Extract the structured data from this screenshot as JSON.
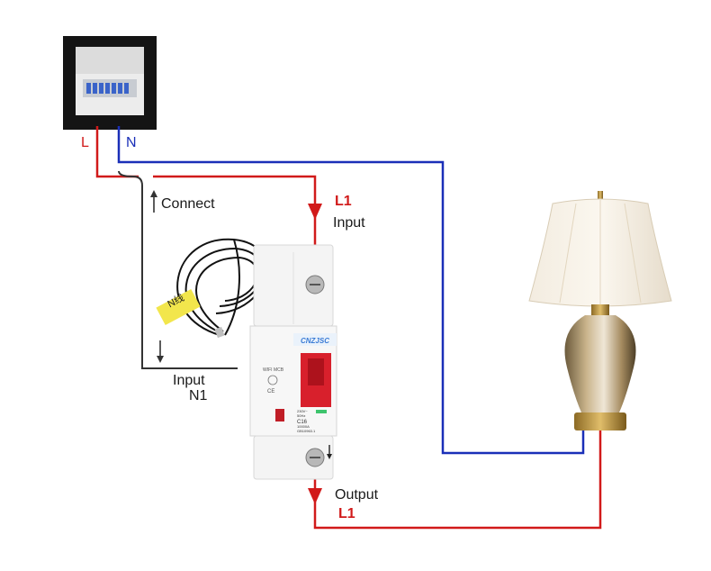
{
  "panel": {
    "l_label": "L",
    "n_label": "N"
  },
  "labels": {
    "connect": "Connect",
    "input_l1_line": "L1",
    "input_l1_text": "Input",
    "input_n1_text": "Input",
    "input_n1_line": "N1",
    "output_text": "Output",
    "output_l1_line": "L1"
  },
  "breaker": {
    "brand": "CNZJSC",
    "model": "WIFI MCB",
    "rating": "C16",
    "spec_voltage": "230V~",
    "spec_freq": "50Hz",
    "spec_capacity": "10000A",
    "spec_standard": "GB10963.1",
    "tag_text": "N线"
  },
  "colors": {
    "live": "#d11a1a",
    "neutral": "#1a2fb8",
    "connect_wire": "#333333",
    "breaker_red": "#d8202c"
  }
}
